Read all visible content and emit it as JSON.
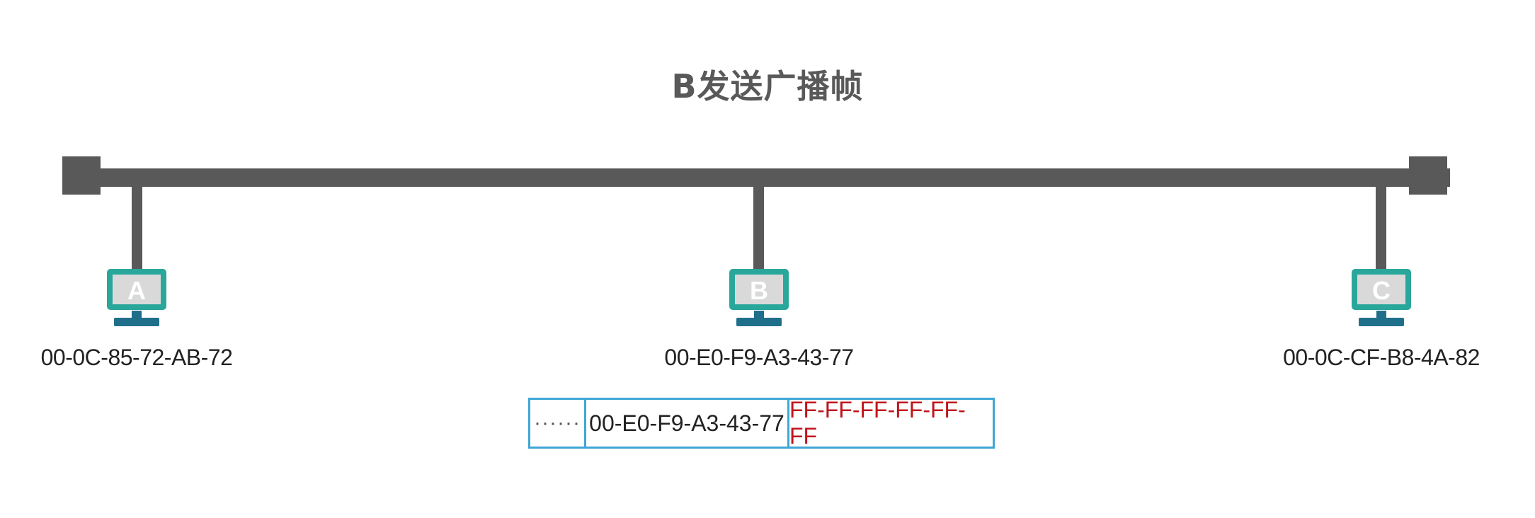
{
  "title": "B发送广播帧",
  "colors": {
    "bus": "#595959",
    "monitor_frame": "#2aa79b",
    "monitor_screen": "#d9d9d9",
    "monitor_stand": "#1f6f8b",
    "frame_border": "#3fa7d6",
    "broadcast_text": "#c0141c",
    "text": "#222222"
  },
  "hosts": [
    {
      "label": "A",
      "mac": "00-0C-85-72-AB-72"
    },
    {
      "label": "B",
      "mac": "00-E0-F9-A3-43-77"
    },
    {
      "label": "C",
      "mac": "00-0C-CF-B8-4A-82"
    }
  ],
  "frame": {
    "leading": "······",
    "source_mac": "00-E0-F9-A3-43-77",
    "destination_mac": "FF-FF-FF-FF-FF-FF"
  }
}
